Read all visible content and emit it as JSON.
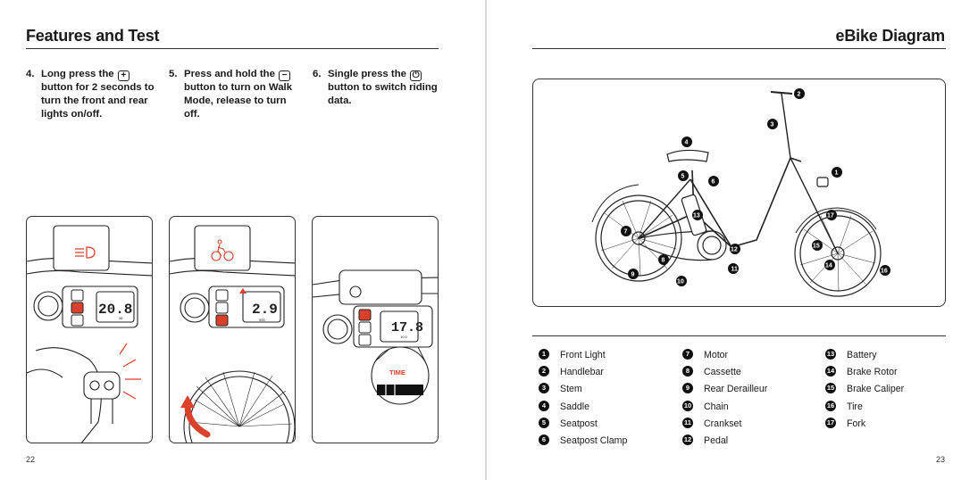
{
  "left_page": {
    "title": "Features and Test",
    "page_number": "22",
    "steps": [
      {
        "number": "4.",
        "before": "Long press the ",
        "key": "+",
        "after": " button for 2 seconds to turn the front and rear lights on/off."
      },
      {
        "number": "5.",
        "before": "Press and hold  the ",
        "key": "−",
        "after": " button to turn on Walk Mode, release to turn off."
      },
      {
        "number": "6.",
        "before": "Single press the ",
        "key": "⏻",
        "after": " button to switch riding data."
      }
    ],
    "panels": [
      {
        "display_value": "20.8",
        "sub": "38"
      },
      {
        "display_value": "2.9",
        "sub": "900"
      },
      {
        "display_value": "17.8",
        "sub": "10.0",
        "zoom_label": "TIME"
      }
    ]
  },
  "right_page": {
    "title": "eBike Diagram",
    "page_number": "23",
    "parts": [
      {
        "number": "1",
        "label": "Front Light"
      },
      {
        "number": "2",
        "label": "Handlebar"
      },
      {
        "number": "3",
        "label": "Stem"
      },
      {
        "number": "4",
        "label": "Saddle"
      },
      {
        "number": "5",
        "label": "Seatpost"
      },
      {
        "number": "6",
        "label": "Seatpost Clamp"
      },
      {
        "number": "7",
        "label": "Motor"
      },
      {
        "number": "8",
        "label": "Cassette"
      },
      {
        "number": "9",
        "label": "Rear Derailleur"
      },
      {
        "number": "10",
        "label": "Chain"
      },
      {
        "number": "11",
        "label": "Crankset"
      },
      {
        "number": "12",
        "label": "Pedal"
      },
      {
        "number": "13",
        "label": "Battery"
      },
      {
        "number": "14",
        "label": "Brake Rotor"
      },
      {
        "number": "15",
        "label": "Brake Caliper"
      },
      {
        "number": "16",
        "label": "Tire"
      },
      {
        "number": "17",
        "label": "Fork"
      }
    ]
  },
  "colors": {
    "accent": "#d9412b",
    "ink": "#1a1a1a",
    "rule": "#333333"
  }
}
